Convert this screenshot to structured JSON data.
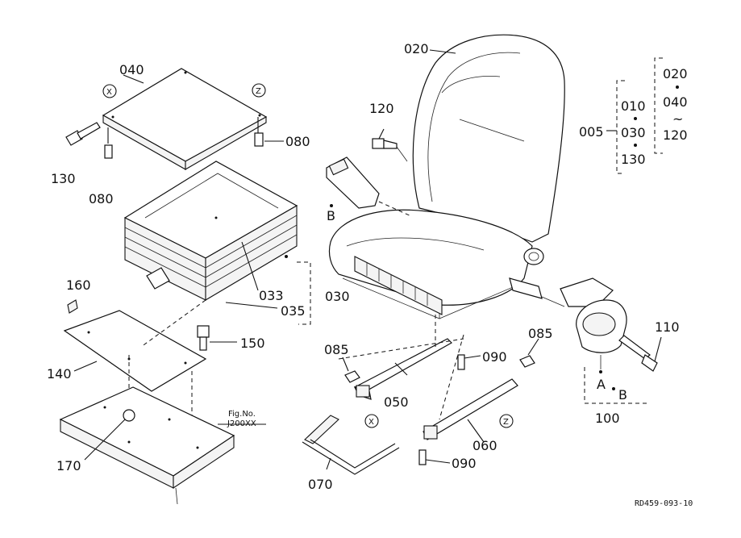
{
  "callouts": {
    "c020": "020",
    "c040": "040",
    "c080a": "080",
    "c080b": "080",
    "c130": "130",
    "c120": "120",
    "c033": "033",
    "c035": "035",
    "c030": "030",
    "c160": "160",
    "c150": "150",
    "c140": "140",
    "c170": "170",
    "c085a": "085",
    "c085b": "085",
    "c090a": "090",
    "c090b": "090",
    "c050": "050",
    "c060": "060",
    "c070": "070",
    "c110": "110",
    "c100": "100"
  },
  "set_bracket": {
    "c005": "005",
    "c010": "010",
    "c030": "030",
    "c130": "130",
    "c020": "020",
    "c040": "040",
    "tilde": "~",
    "c120": "120"
  },
  "markers": {
    "x_top": "X",
    "z_top": "Z",
    "x_bottom": "X",
    "z_bottom": "Z",
    "b_buckle": "B",
    "a_belt": "A",
    "b_belt": "B"
  },
  "fig_ref": {
    "line1": "Fig.No.",
    "line2": "J200XX"
  },
  "drawing_code": "RD459-093-10"
}
